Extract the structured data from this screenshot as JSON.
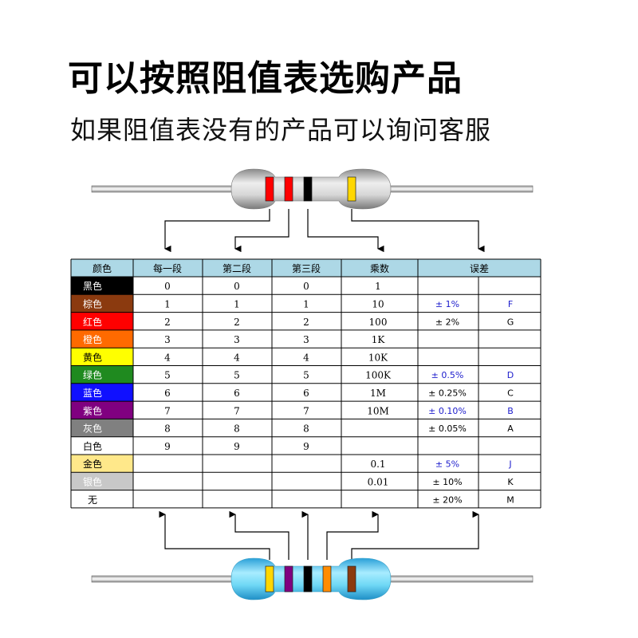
{
  "header": {
    "title": "可以按照阻值表选购产品",
    "subtitle": "如果阻值表没有的产品可以询问客服"
  },
  "table": {
    "headers": [
      "颜色",
      "每一段",
      "第二段",
      "第三段",
      "乘数",
      "误差"
    ],
    "header_bg": "#add8e6",
    "rows": [
      {
        "color": "黑色",
        "swatch": "#000000",
        "text_color": "#ffffff",
        "d1": "0",
        "d2": "0",
        "d3": "0",
        "mult": "1",
        "tol": "",
        "code": "",
        "tol_blue": false
      },
      {
        "color": "棕色",
        "swatch": "#8b3a0f",
        "text_color": "#ffffff",
        "d1": "1",
        "d2": "1",
        "d3": "1",
        "mult": "10",
        "tol": "± 1%",
        "code": "F",
        "tol_blue": true
      },
      {
        "color": "红色",
        "swatch": "#ff0000",
        "text_color": "#ffffff",
        "d1": "2",
        "d2": "2",
        "d3": "2",
        "mult": "100",
        "tol": "± 2%",
        "code": "G",
        "tol_blue": false
      },
      {
        "color": "橙色",
        "swatch": "#ff6a00",
        "text_color": "#ffffff",
        "d1": "3",
        "d2": "3",
        "d3": "3",
        "mult": "1K",
        "tol": "",
        "code": "",
        "tol_blue": false
      },
      {
        "color": "黄色",
        "swatch": "#ffff00",
        "text_color": "#000000",
        "d1": "4",
        "d2": "4",
        "d3": "4",
        "mult": "10K",
        "tol": "",
        "code": "",
        "tol_blue": false
      },
      {
        "color": "绿色",
        "swatch": "#1f8a1f",
        "text_color": "#ffffff",
        "d1": "5",
        "d2": "5",
        "d3": "5",
        "mult": "100K",
        "tol": "± 0.5%",
        "code": "D",
        "tol_blue": true
      },
      {
        "color": "蓝色",
        "swatch": "#1010ff",
        "text_color": "#ffffff",
        "d1": "6",
        "d2": "6",
        "d3": "6",
        "mult": "1M",
        "tol": "± 0.25%",
        "code": "C",
        "tol_blue": false
      },
      {
        "color": "紫色",
        "swatch": "#800080",
        "text_color": "#ffffff",
        "d1": "7",
        "d2": "7",
        "d3": "7",
        "mult": "10M",
        "tol": "± 0.10%",
        "code": "B",
        "tol_blue": true
      },
      {
        "color": "灰色",
        "swatch": "#808080",
        "text_color": "#ffffff",
        "d1": "8",
        "d2": "8",
        "d3": "8",
        "mult": "",
        "tol": "± 0.05%",
        "code": "A",
        "tol_blue": false
      },
      {
        "color": "白色",
        "swatch": "#ffffff",
        "text_color": "#000000",
        "d1": "9",
        "d2": "9",
        "d3": "9",
        "mult": "",
        "tol": "",
        "code": "",
        "tol_blue": false
      },
      {
        "color": "金色",
        "swatch": "#ffe88a",
        "text_color": "#000000",
        "d1": "",
        "d2": "",
        "d3": "",
        "mult": "0.1",
        "tol": "± 5%",
        "code": "J",
        "tol_blue": true
      },
      {
        "color": "银色",
        "swatch": "#c8c8c8",
        "text_color": "#ffffff",
        "d1": "",
        "d2": "",
        "d3": "",
        "mult": "0.01",
        "tol": "± 10%",
        "code": "K",
        "tol_blue": false
      },
      {
        "color": "无",
        "swatch": "#ffffff",
        "text_color": "#000000",
        "d1": "",
        "d2": "",
        "d3": "",
        "mult": "",
        "tol": "± 20%",
        "code": "M",
        "tol_blue": false
      }
    ]
  },
  "top_resistor": {
    "body_color": "#c8c8c8",
    "bands": [
      "#ff0000",
      "#ff0000",
      "#000000",
      "#ffd700"
    ]
  },
  "bottom_resistor": {
    "body_color": "#5ad0ec",
    "bands": [
      "#ffd700",
      "#800080",
      "#000000",
      "#ff8c00",
      "#8b3a0f"
    ]
  },
  "colors": {
    "tolerance_blue": "#1c1ccc",
    "grid": "#000000"
  }
}
